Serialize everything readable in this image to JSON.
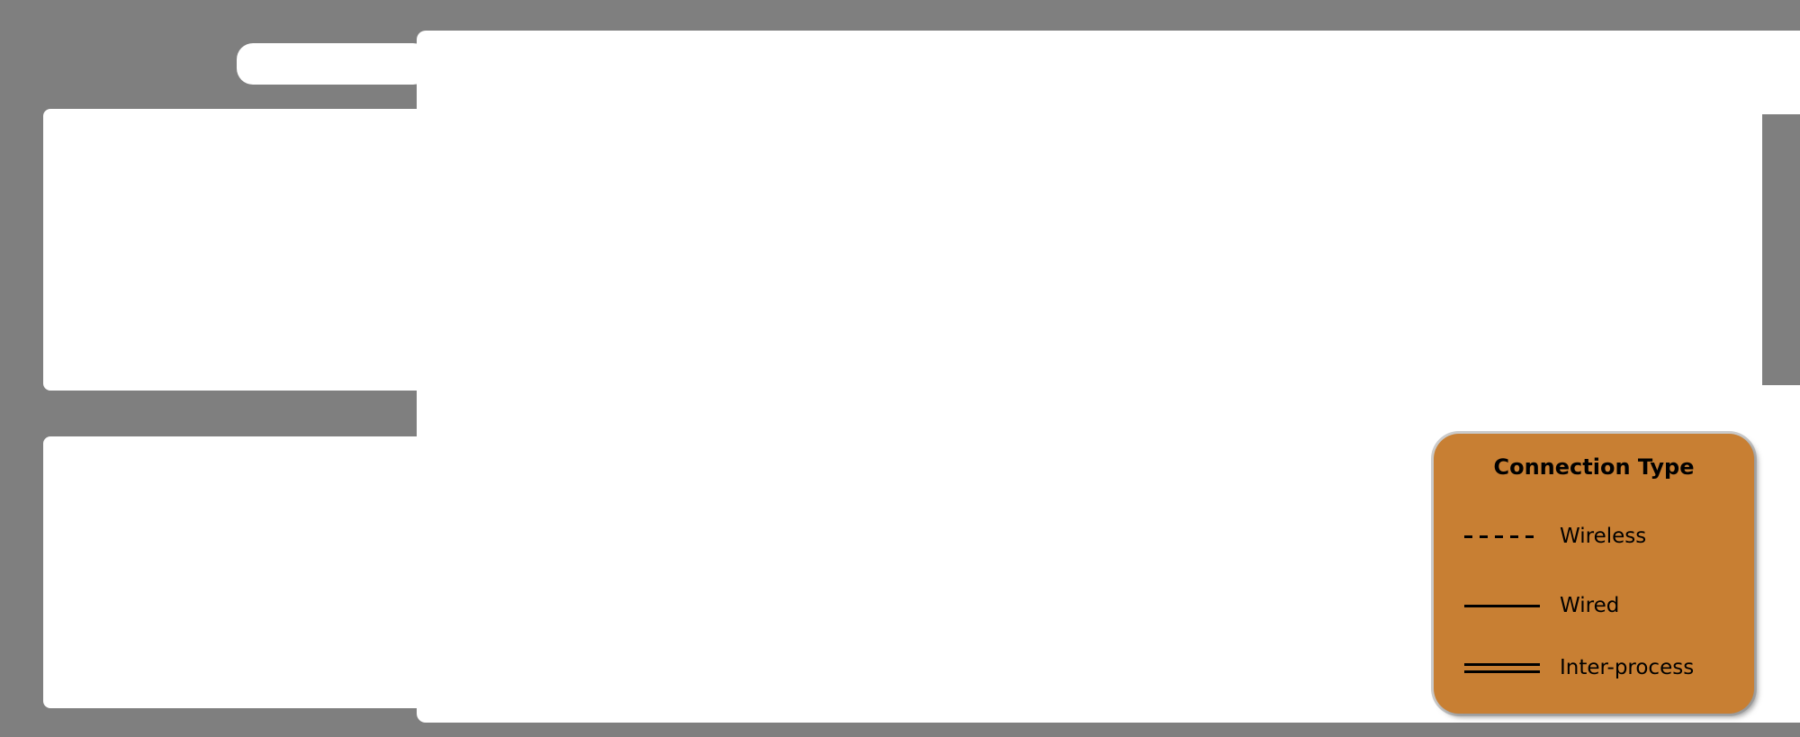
{
  "canvas": {
    "background_gray": "#7f7f7f",
    "region_white": "#ffffff"
  },
  "legend": {
    "title": "Connection Type",
    "fill_color": "#c87f33",
    "text_color": "#000000",
    "line_color": "#000000",
    "items": [
      {
        "label": "Wireless",
        "line_style": "dashed"
      },
      {
        "label": "Wired",
        "line_style": "solid"
      },
      {
        "label": "Inter-process",
        "line_style": "double"
      }
    ]
  }
}
